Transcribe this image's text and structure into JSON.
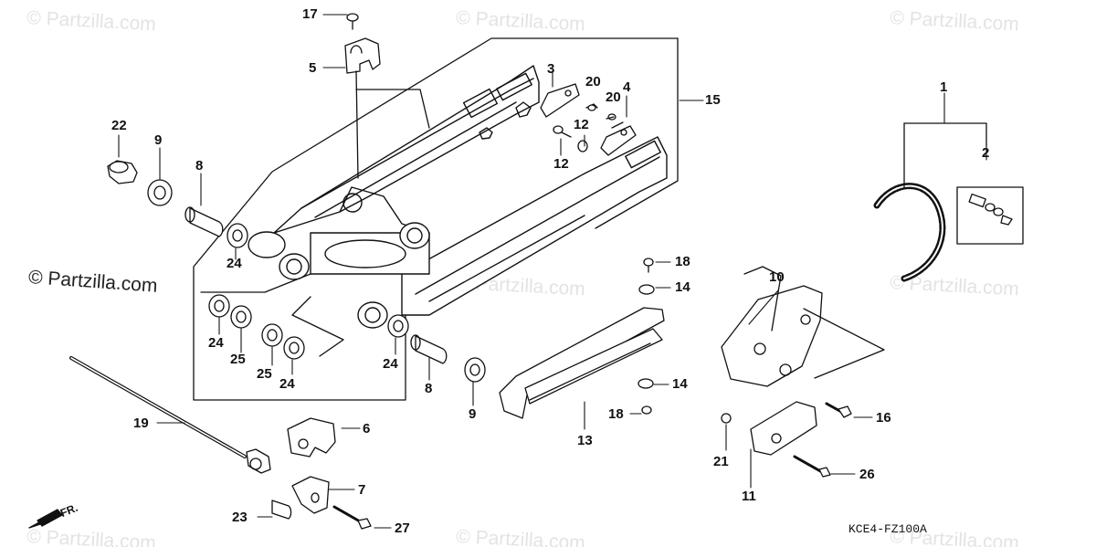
{
  "watermarks": {
    "text": "© Partzilla.com",
    "primary": "© Partzilla.com"
  },
  "diagram_code": "KCE4-FZ100A",
  "direction_label": "FR.",
  "callouts": {
    "c1": "1",
    "c2": "2",
    "c3": "3",
    "c4": "4",
    "c5": "5",
    "c6": "6",
    "c7": "7",
    "c8a": "8",
    "c8b": "8",
    "c9a": "9",
    "c9b": "9",
    "c10": "10",
    "c11": "11",
    "c12a": "12",
    "c12b": "12",
    "c13": "13",
    "c14a": "14",
    "c14b": "14",
    "c15": "15",
    "c16": "16",
    "c17": "17",
    "c18a": "18",
    "c18b": "18",
    "c19": "19",
    "c20a": "20",
    "c20b": "20",
    "c21": "21",
    "c22": "22",
    "c23": "23",
    "c24a": "24",
    "c24b": "24",
    "c24c": "24",
    "c24d": "24",
    "c25a": "25",
    "c25b": "25",
    "c26": "26",
    "c27": "27"
  },
  "colors": {
    "line": "#111111",
    "watermark": "#e3e3e3",
    "background": "#ffffff"
  }
}
